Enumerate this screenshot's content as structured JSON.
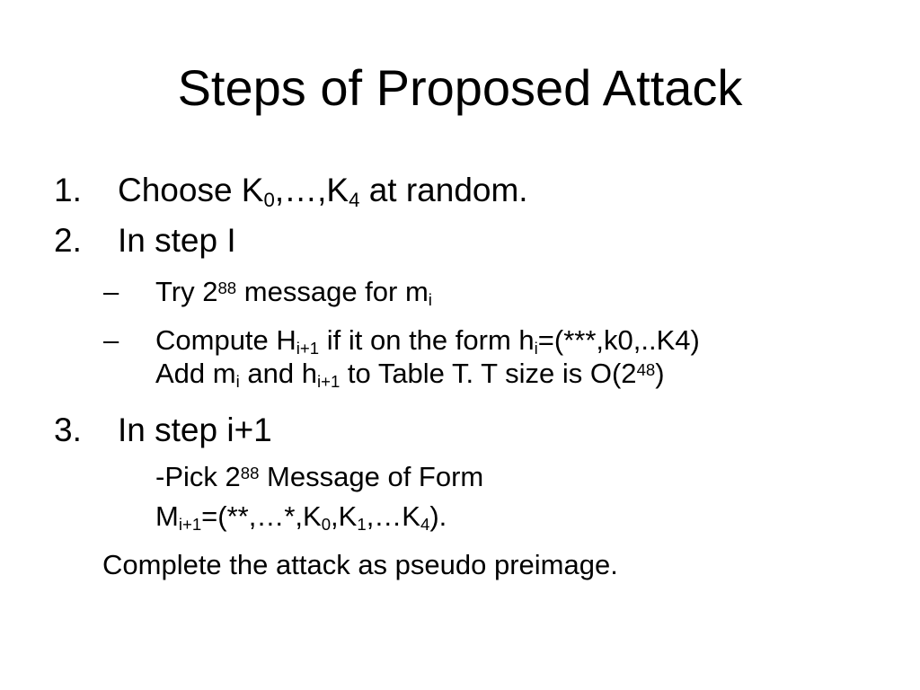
{
  "slide": {
    "title": "Steps of Proposed Attack",
    "items": [
      {
        "number": "1.",
        "text_before": "Choose  K",
        "k_first_sub": "0",
        "text_mid": ",…,K",
        "k_last_sub": "4",
        "text_after": " at random."
      },
      {
        "number": "2.",
        "text": "In step I",
        "subitems": [
          {
            "dash": "–",
            "text_before": "Try 2",
            "exp": "88",
            "text_mid": " message for m",
            "m_sub": "i"
          },
          {
            "dash": "–",
            "line1_before": "Compute H",
            "h_sub": "i+1",
            "line1_mid": " if it on the form h",
            "hi_sub": "i",
            "line1_after": "=(***,k0,..K4)",
            "line2_before": "Add m",
            "line2_m_sub": "i",
            "line2_mid": " and h",
            "line2_h_sub": "i+1",
            "line2_after": " to Table T. T size is O(2",
            "line2_exp": "48",
            "line2_close": ")"
          }
        ]
      },
      {
        "number": "3.",
        "text": "In step i+1",
        "pick_line1_before": "-Pick 2",
        "pick_exp": "88",
        "pick_line1_after": " Message of Form",
        "pick_line2_before": "M",
        "pick_line2_m_sub": "i+1",
        "pick_line2_mid1": "=(**,…*,K",
        "pick_line2_k0_sub": "0",
        "pick_line2_mid2": ",K",
        "pick_line2_k1_sub": "1",
        "pick_line2_mid3": ",…K",
        "pick_line2_k4_sub": "4",
        "pick_line2_after": ")."
      }
    ],
    "conclusion": "Complete the attack as pseudo preimage."
  }
}
